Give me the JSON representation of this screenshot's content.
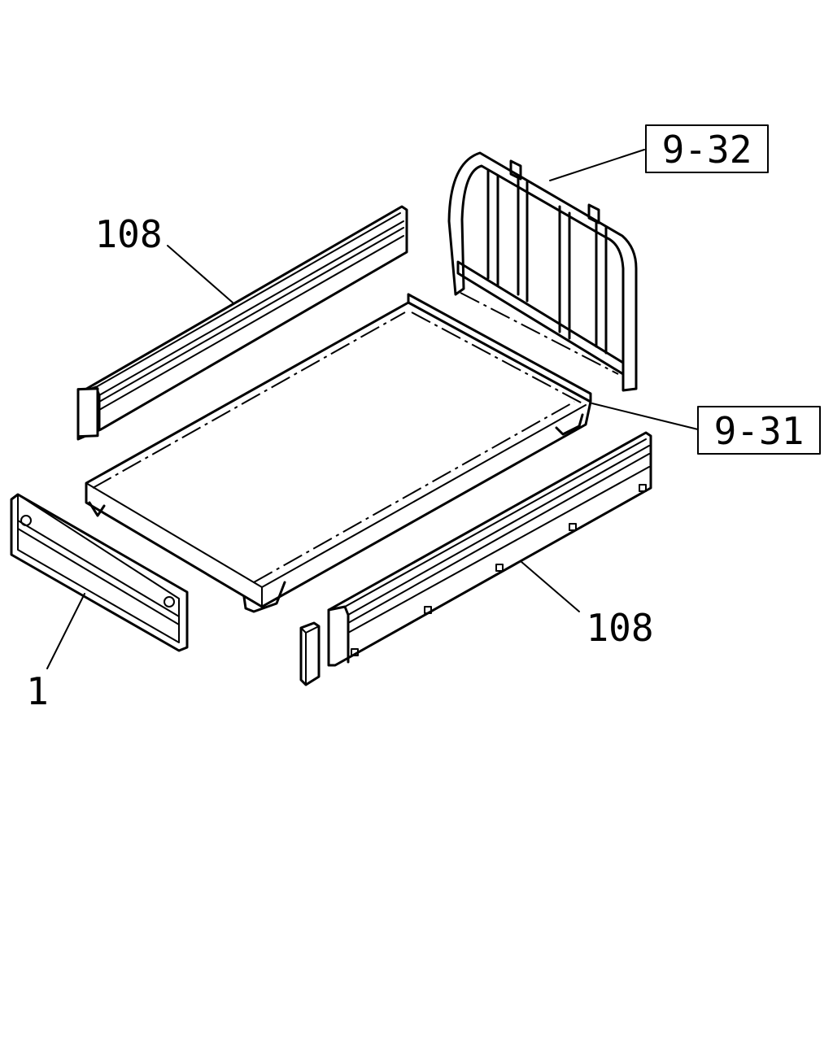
{
  "callouts": {
    "headboard_ref": "9-32",
    "platform_ref": "9-31",
    "side_rail_left": "108",
    "side_rail_right": "108",
    "tailgate": "1"
  }
}
